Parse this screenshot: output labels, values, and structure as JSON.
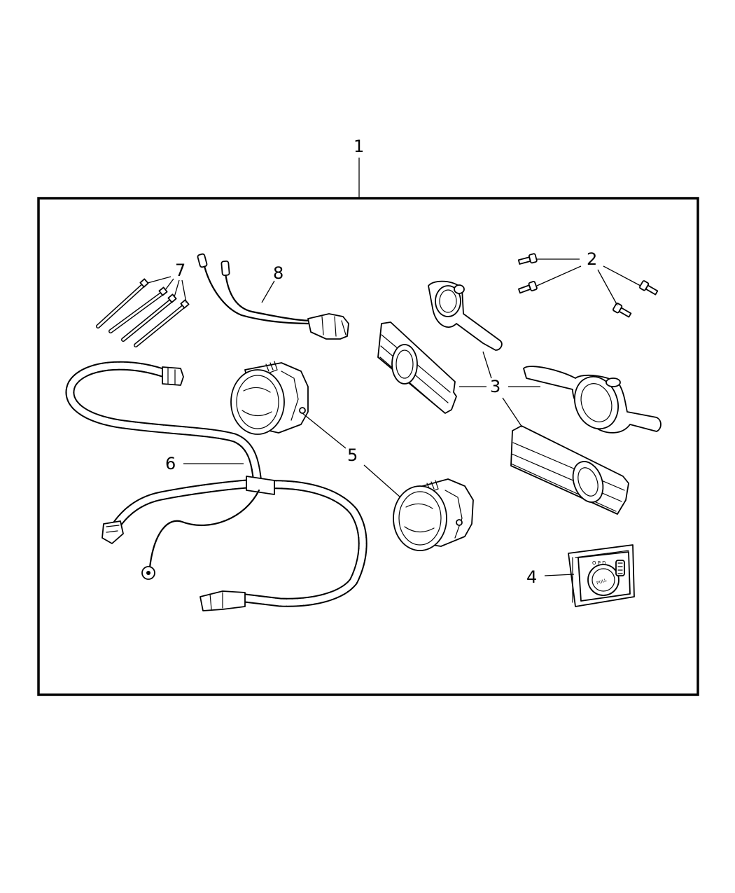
{
  "diagram": {
    "callouts": [
      {
        "id": "1",
        "label": "1"
      },
      {
        "id": "2",
        "label": "2"
      },
      {
        "id": "3",
        "label": "3"
      },
      {
        "id": "4",
        "label": "4"
      },
      {
        "id": "5",
        "label": "5"
      },
      {
        "id": "6",
        "label": "6"
      },
      {
        "id": "7",
        "label": "7"
      },
      {
        "id": "8",
        "label": "8"
      }
    ],
    "switch_text": {
      "mode_letters": "O P D",
      "knob_label": "PULL"
    }
  }
}
